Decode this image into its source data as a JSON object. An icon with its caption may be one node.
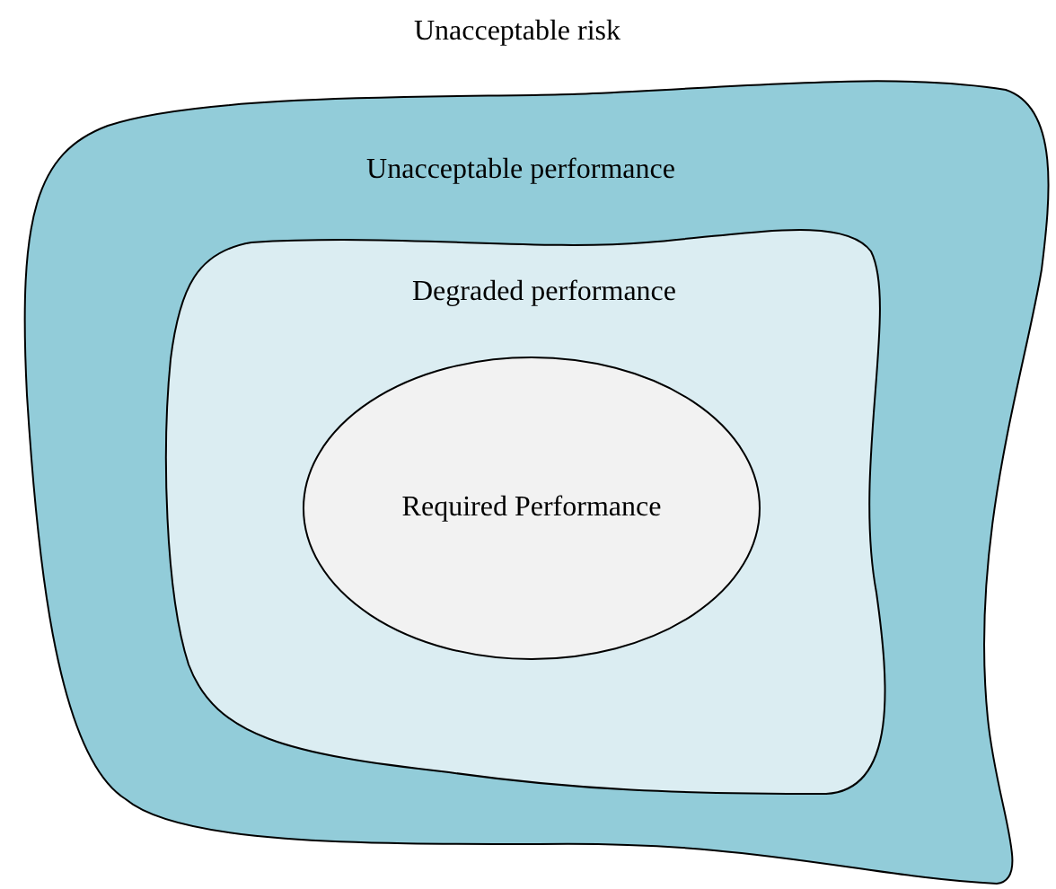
{
  "diagram": {
    "nodes": [
      {
        "text": [
          "Unacceptable performance"
        ]
      },
      {
        "text": [
          "Degraded performance"
        ],
        "in": 0
      },
      {
        "text": [
          "Required Performance"
        ],
        "in": 1
      }
    ],
    "labels": [
      "Unacceptable risk"
    ]
  }
}
